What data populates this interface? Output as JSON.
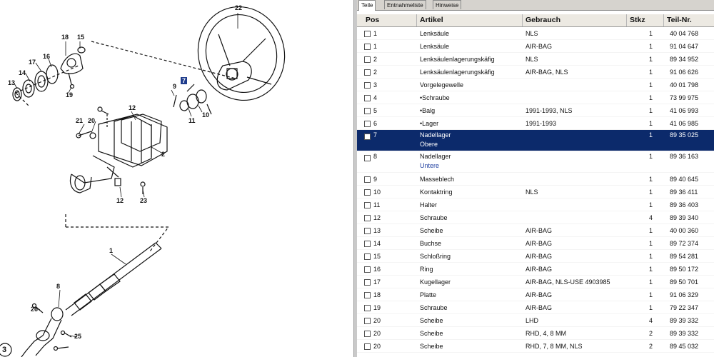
{
  "diagram": {
    "callouts": [
      "22",
      "18",
      "15",
      "17",
      "16",
      "14",
      "13",
      "19",
      "9",
      "7",
      "10",
      "11",
      "21",
      "20",
      "12",
      "2",
      "12",
      "23",
      "1",
      "8",
      "26",
      "25",
      "3"
    ]
  },
  "tabs": [
    {
      "label": "Teile"
    },
    {
      "label": "Entnahmeliste"
    },
    {
      "label": "Hinweise"
    }
  ],
  "table": {
    "columns": [
      "Pos",
      "Artikel",
      "Gebrauch",
      "Stkz",
      "Teil-Nr."
    ],
    "rows": [
      {
        "pos": "1",
        "artikel": "Lenksäule",
        "gebrauch": "NLS",
        "stkz": "1",
        "teilnr": "40 04 768",
        "sub": ""
      },
      {
        "pos": "1",
        "artikel": "Lenksäule",
        "gebrauch": "AIR-BAG",
        "stkz": "1",
        "teilnr": "91 04 647",
        "sub": ""
      },
      {
        "pos": "2",
        "artikel": "Lenksäulenlagerungskäfig",
        "gebrauch": "NLS",
        "stkz": "1",
        "teilnr": "89 34 952",
        "sub": ""
      },
      {
        "pos": "2",
        "artikel": "Lenksäulenlagerungskäfig",
        "gebrauch": "AIR-BAG, NLS",
        "stkz": "1",
        "teilnr": "91 06 626",
        "sub": ""
      },
      {
        "pos": "3",
        "artikel": "Vorgelegewelle",
        "gebrauch": "",
        "stkz": "1",
        "teilnr": "40 01 798",
        "sub": ""
      },
      {
        "pos": "4",
        "artikel": "•Schraube",
        "gebrauch": "",
        "stkz": "1",
        "teilnr": "73 99 975",
        "sub": ""
      },
      {
        "pos": "5",
        "artikel": "•Balg",
        "gebrauch": "1991-1993, NLS",
        "stkz": "1",
        "teilnr": "41 06 993",
        "sub": ""
      },
      {
        "pos": "6",
        "artikel": "•Lager",
        "gebrauch": "1991-1993",
        "stkz": "1",
        "teilnr": "41 06 985",
        "sub": ""
      },
      {
        "pos": "7",
        "artikel": "Nadellager",
        "gebrauch": "",
        "stkz": "1",
        "teilnr": "89 35 025",
        "sub": "Obere"
      },
      {
        "pos": "8",
        "artikel": "Nadellager",
        "gebrauch": "",
        "stkz": "1",
        "teilnr": "89 36 163",
        "sub": "Untere"
      },
      {
        "pos": "9",
        "artikel": "Masseblech",
        "gebrauch": "",
        "stkz": "1",
        "teilnr": "89 40 645",
        "sub": ""
      },
      {
        "pos": "10",
        "artikel": "Kontaktring",
        "gebrauch": "NLS",
        "stkz": "1",
        "teilnr": "89 36 411",
        "sub": ""
      },
      {
        "pos": "11",
        "artikel": "Halter",
        "gebrauch": "",
        "stkz": "1",
        "teilnr": "89 36 403",
        "sub": ""
      },
      {
        "pos": "12",
        "artikel": "Schraube",
        "gebrauch": "",
        "stkz": "4",
        "teilnr": "89 39 340",
        "sub": ""
      },
      {
        "pos": "13",
        "artikel": "Scheibe",
        "gebrauch": "AIR-BAG",
        "stkz": "1",
        "teilnr": "40 00 360",
        "sub": ""
      },
      {
        "pos": "14",
        "artikel": "Buchse",
        "gebrauch": "AIR-BAG",
        "stkz": "1",
        "teilnr": "89 72 374",
        "sub": ""
      },
      {
        "pos": "15",
        "artikel": "Schloßring",
        "gebrauch": "AIR-BAG",
        "stkz": "1",
        "teilnr": "89 54 281",
        "sub": ""
      },
      {
        "pos": "16",
        "artikel": "Ring",
        "gebrauch": "AIR-BAG",
        "stkz": "1",
        "teilnr": "89 50 172",
        "sub": ""
      },
      {
        "pos": "17",
        "artikel": "Kugellager",
        "gebrauch": "AIR-BAG, NLS-USE 4903985",
        "stkz": "1",
        "teilnr": "89 50 701",
        "sub": ""
      },
      {
        "pos": "18",
        "artikel": "Platte",
        "gebrauch": "AIR-BAG",
        "stkz": "1",
        "teilnr": "91 06 329",
        "sub": ""
      },
      {
        "pos": "19",
        "artikel": "Schraube",
        "gebrauch": "AIR-BAG",
        "stkz": "1",
        "teilnr": "79 22 347",
        "sub": ""
      },
      {
        "pos": "20",
        "artikel": "Scheibe",
        "gebrauch": "LHD",
        "stkz": "4",
        "teilnr": "89 39 332",
        "sub": ""
      },
      {
        "pos": "20",
        "artikel": "Scheibe",
        "gebrauch": "RHD, 4, 8 MM",
        "stkz": "2",
        "teilnr": "89 39 332",
        "sub": ""
      },
      {
        "pos": "20",
        "artikel": "Scheibe",
        "gebrauch": "RHD, 7, 8 MM, NLS",
        "stkz": "2",
        "teilnr": "89 45 032",
        "sub": ""
      }
    ],
    "selected_row": 8
  },
  "colors": {
    "selected_row": "#0c2a6b",
    "subtext": "#1f3fa0",
    "highlight_callout": "#1e3c8c"
  }
}
